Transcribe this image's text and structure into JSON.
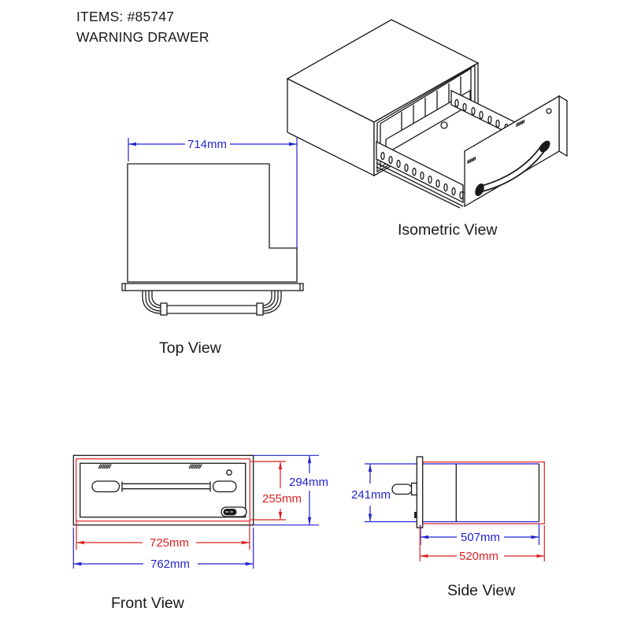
{
  "header": {
    "items_line": "ITEMS: #85747",
    "product_line": "WARNING DRAWER"
  },
  "views": {
    "isometric": {
      "label": "Isometric View"
    },
    "top": {
      "label": "Top View",
      "dims": {
        "width": "714mm"
      }
    },
    "front": {
      "label": "Front View",
      "dims": {
        "outer_height": "294mm",
        "inner_height": "255mm",
        "inner_width": "725mm",
        "outer_width": "762mm"
      }
    },
    "side": {
      "label": "Side View",
      "dims": {
        "height": "241mm",
        "inner_depth": "507mm",
        "outer_depth": "520mm"
      }
    }
  },
  "colors": {
    "outer_dimension_blue": "#2323d6",
    "inner_dimension_red": "#dd2222",
    "drawing_black": "#1a1a1a",
    "background": "#ffffff"
  }
}
